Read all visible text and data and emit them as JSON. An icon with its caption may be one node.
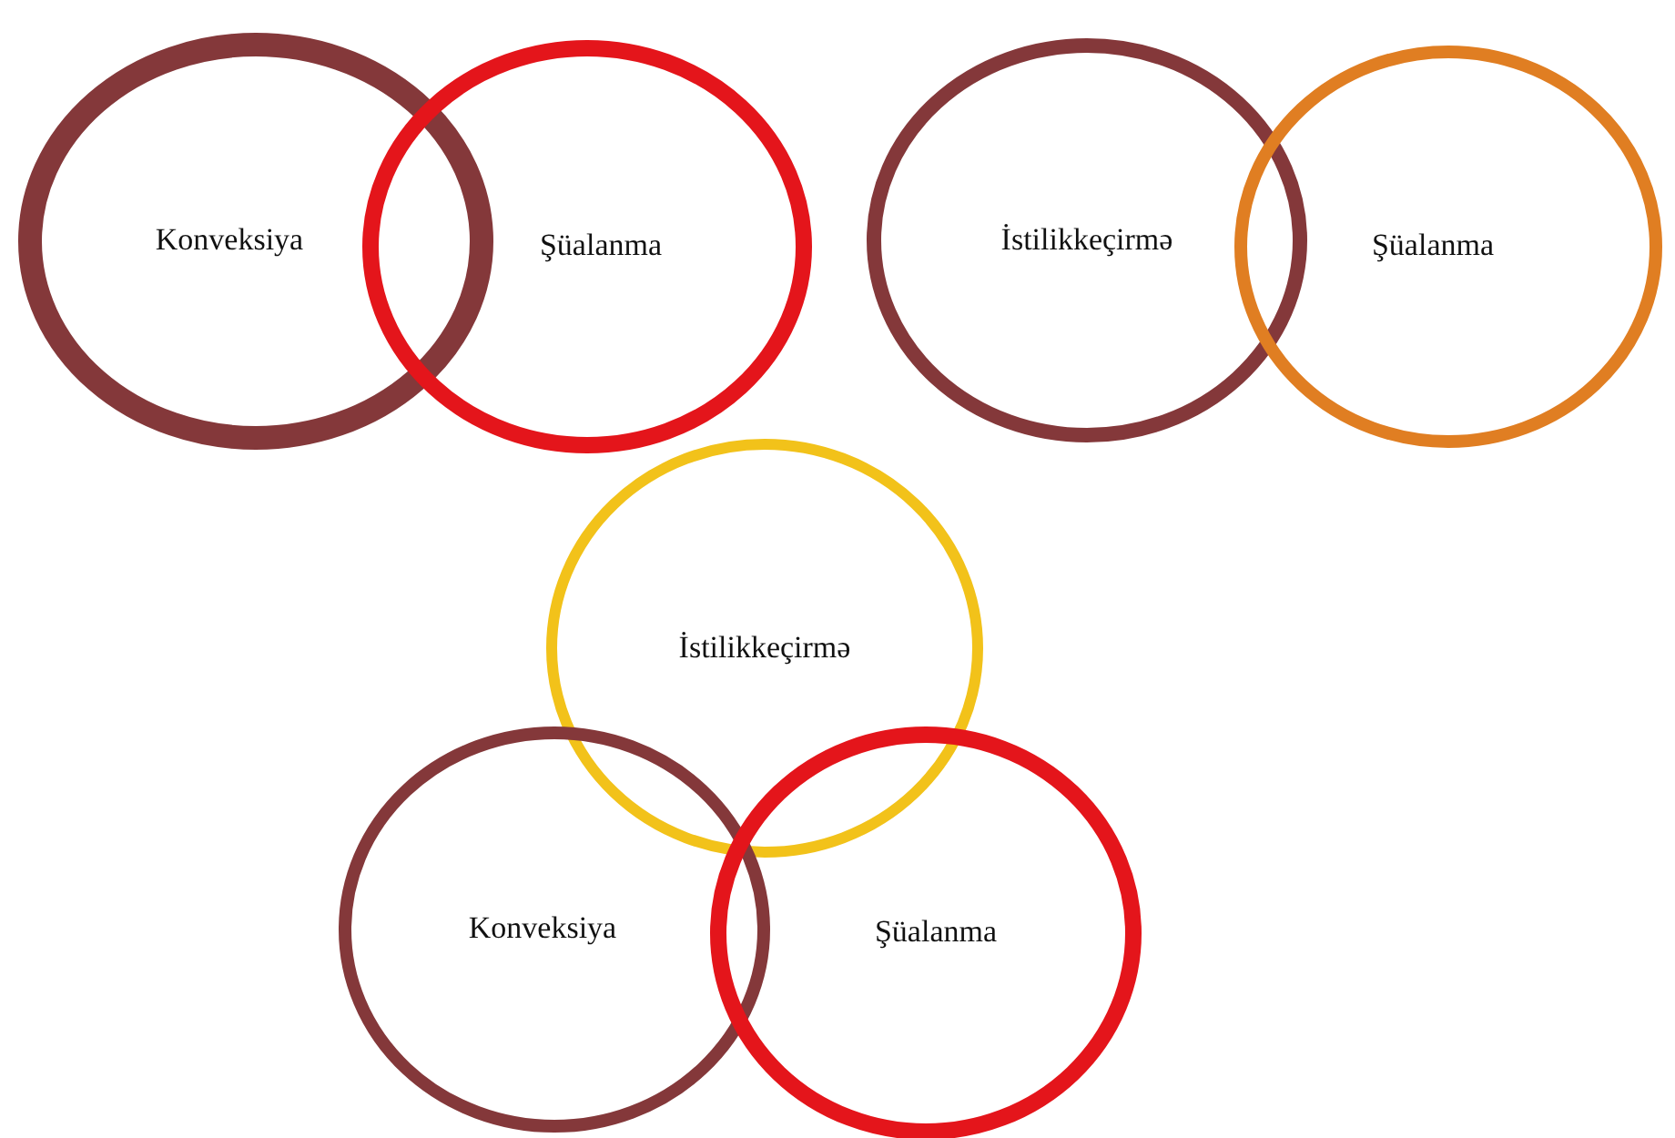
{
  "diagram": {
    "nodes": [
      {
        "text": [
          "Konveksiya"
        ]
      },
      {
        "text": [
          "Şüalanma"
        ]
      },
      {
        "text": [
          "İstilikkeçirmə"
        ]
      },
      {
        "text": [
          "Şüalanma"
        ]
      },
      {
        "text": [
          "İstilikkeçirmə"
        ]
      },
      {
        "text": [
          "Konveksiya"
        ]
      },
      {
        "text": [
          "Şüalanma"
        ]
      }
    ]
  }
}
